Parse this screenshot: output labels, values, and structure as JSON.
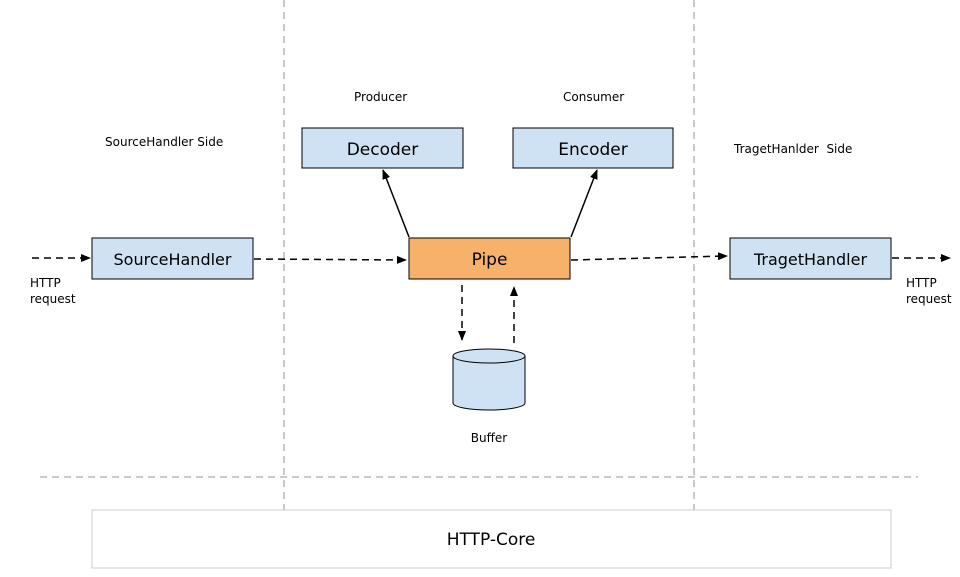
{
  "labels": {
    "source_side": "SourceHandler Side",
    "target_side": "TragetHanlder  Side",
    "producer": "Producer",
    "consumer": "Consumer",
    "buffer": "Buffer",
    "http_request_left_1": "HTTP",
    "http_request_left_2": "request",
    "http_request_right_1": "HTTP",
    "http_request_right_2": "request"
  },
  "nodes": {
    "source_handler": "SourceHandler",
    "decoder": "Decoder",
    "encoder": "Encoder",
    "pipe": "Pipe",
    "traget_handler": "TragetHandler",
    "http_core": "HTTP-Core"
  },
  "colors": {
    "box_fill": "#cfe2f3",
    "box_stroke": "#000000",
    "pipe_fill": "#f6b26b",
    "divider": "#b7b7b7",
    "core_stroke": "#cccccc"
  }
}
